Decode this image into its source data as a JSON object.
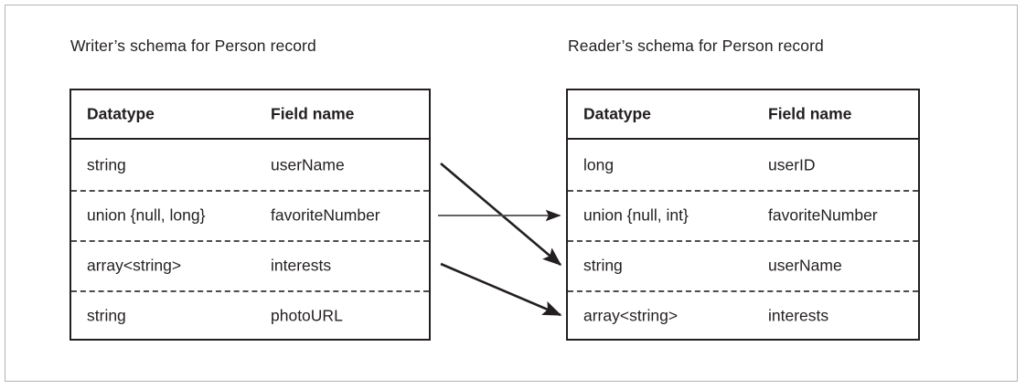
{
  "figure": {
    "writer_caption": "Writer’s schema for Person record",
    "reader_caption": "Reader’s schema for Person record",
    "frame_color": "#b4b4b4",
    "ink_color": "#231f20",
    "dash_color": "#4d4d4d"
  },
  "writer_table": {
    "headers": {
      "datatype": "Datatype",
      "field_name": "Field name"
    },
    "rows": [
      {
        "datatype": "string",
        "field_name": "userName"
      },
      {
        "datatype": "union {null, long}",
        "field_name": "favoriteNumber"
      },
      {
        "datatype": "array<string>",
        "field_name": "interests"
      },
      {
        "datatype": "string",
        "field_name": "photoURL"
      }
    ]
  },
  "reader_table": {
    "headers": {
      "datatype": "Datatype",
      "field_name": "Field name"
    },
    "rows": [
      {
        "datatype": "long",
        "field_name": "userID"
      },
      {
        "datatype": "union {null, int}",
        "field_name": "favoriteNumber"
      },
      {
        "datatype": "string",
        "field_name": "userName"
      },
      {
        "datatype": "array<string>",
        "field_name": "interests"
      }
    ]
  },
  "mappings": [
    {
      "from": "userName",
      "to": "userName"
    },
    {
      "from": "favoriteNumber",
      "to": "favoriteNumber"
    },
    {
      "from": "interests",
      "to": "interests"
    }
  ]
}
